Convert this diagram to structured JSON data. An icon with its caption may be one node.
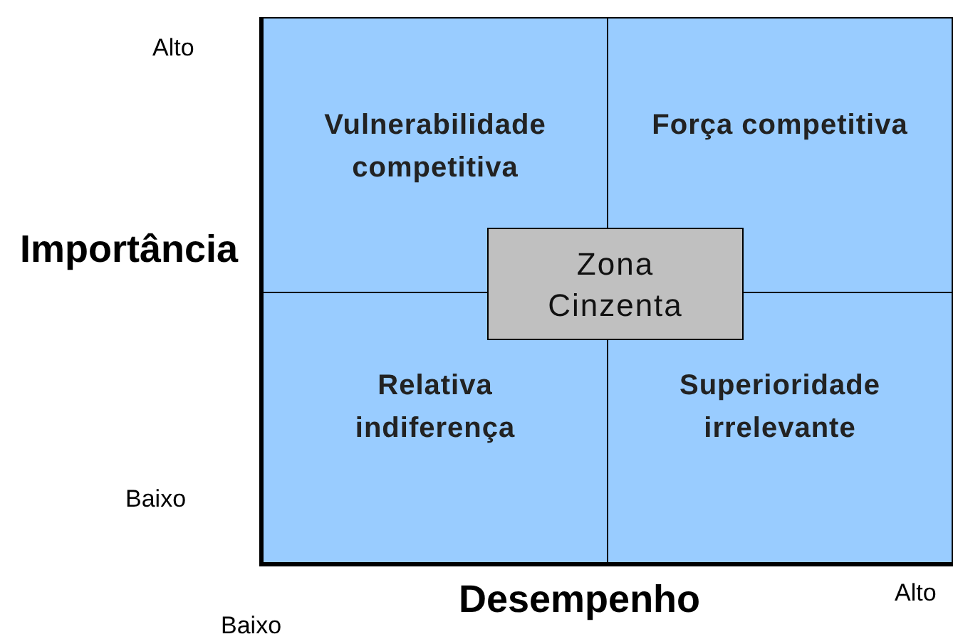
{
  "diagram": {
    "nodes": [
      {
        "text": [
          "Vulnerabilidade competitiva"
        ]
      },
      {
        "text": [
          "Força competitiva"
        ]
      },
      {
        "text": [
          "Relativa indiferença"
        ]
      },
      {
        "text": [
          "Superioridade irrelevante"
        ]
      },
      {
        "text": [
          "Zona Cinzenta"
        ]
      }
    ],
    "labels": [
      "Alto",
      "Importância",
      "Baixo",
      "Baixo",
      "Desempenho",
      "Alto"
    ]
  }
}
